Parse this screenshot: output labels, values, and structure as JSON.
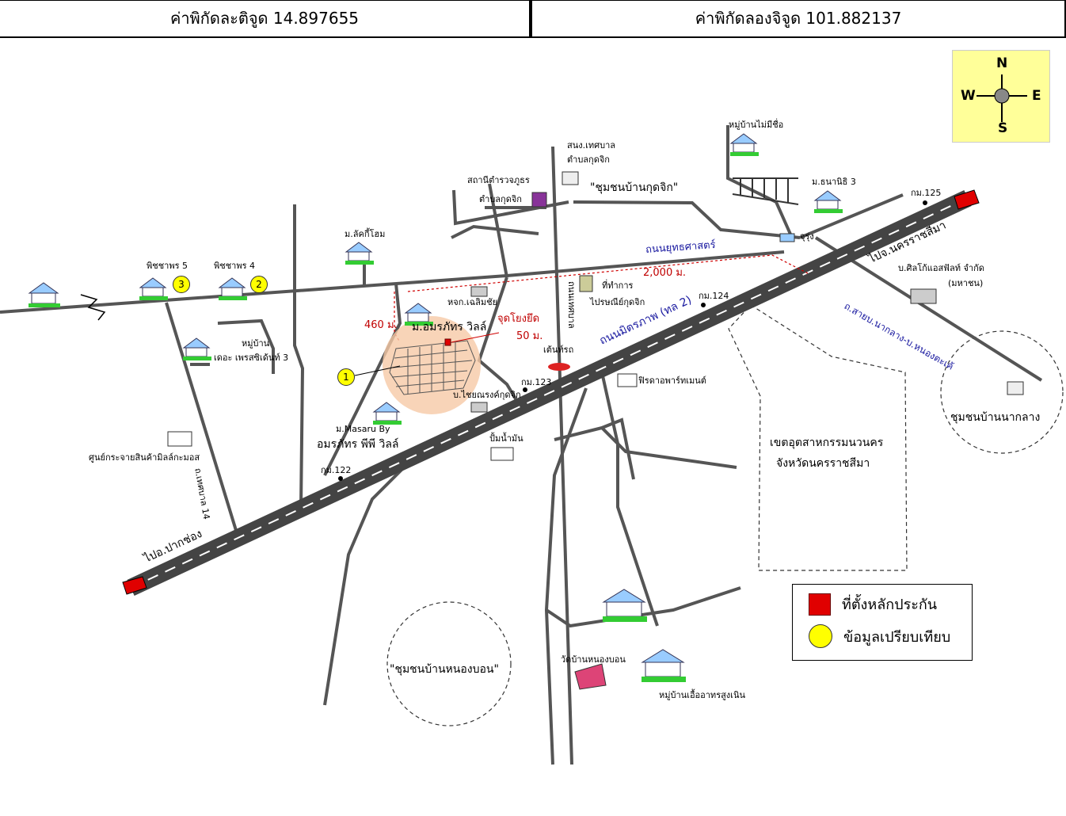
{
  "header": {
    "latitude_label": "ค่าพิกัดละติจูด 14.897655",
    "longitude_label": "ค่าพิกัดลองจิจูด 101.882137"
  },
  "compass": {
    "north": "N",
    "south": "S",
    "east": "E",
    "west": "W"
  },
  "legend": {
    "collateral": "ที่ตั้งหลักประกัน",
    "comparison": "ข้อมูลเปรียบเทียบ",
    "collateral_color": "#e00000",
    "comparison_color": "#ffff00"
  },
  "roads": {
    "mittraphap": "ถนนมิตรภาพ (ทล 2)",
    "yutthasat": "ถนนยุทธศาสตร์",
    "to_pakchong": "ไปอ.ปากช่อง",
    "to_korat": "ไปจ.นครราชสีมา",
    "nakalang_nongtako": "ถ.สายบ.นากลาง-บ.หนองตะเค้",
    "tesaban14": "ถ.เทศบาล 14",
    "tesaban_vertical": "ถนนเทศบาล"
  },
  "places": {
    "village_lucky": "ม.ลัคกี้โฮม",
    "pichaporn5": "พิชชาพร 5",
    "pichaporn4": "พิชชาพร 4",
    "the_president": "หมู่บ้าน",
    "the_president2": "เดอะ เพรสซิเด้นท์ 3",
    "police": "สถานีตำรวจภูธร",
    "police2": "ตำบลกุดจิก",
    "municipality": "สนง.เทศบาล",
    "municipality2": "ตำบลกุดจิก",
    "kudjik_community": "\"ชุมชนบ้านกุดจิก\"",
    "unnamed_village": "หมู่บ้านไม่มีชื่อ",
    "thananithi": "ม.ธนานิธิ 3",
    "juroong": "จุรุ่ง",
    "post_office": "ที่ทำการ",
    "post_office2": "ไปรษณีย์กุดจิก",
    "chaleomchai": "หจก.เฉลิมชัย",
    "amornphat": "ม.อมรภัทร วิลล์",
    "tie_point": "จุดโยงยึด",
    "masaru": "ม.Masaru By",
    "masaru2": "อมรภัทร พีพี วิลล์",
    "chainarong": "บ.ไชยณรงค์กุดจิก",
    "tent": "เต้นท์รถ",
    "gas": "ปั้มน้ำมัน",
    "fitt": "ฟิรดาอพาร์ทเมนต์",
    "simico": "บ.ศิลโก้แอสฟัลท์ จำกัด",
    "simico2": "(มหาชน)",
    "nakalang_community": "ชุมชนบ้านนากลาง",
    "industrial": "เขตอุตสาหกรรมนวนคร",
    "industrial2": "จังหวัดนครราชสีมา",
    "nongbon_community": "\"ชุมชนบ้านหนองบอน\"",
    "wat_nongbon": "วัดบ้านหนองบอน",
    "emergency_village": "หมู่บ้านเอื้ออาทรสูงเนิน",
    "wholesale": "ศูนย์กระจายสินค้ามิลล์กะมอส"
  },
  "km_markers": {
    "km122": "กม.122",
    "km123": "กม.123",
    "km124": "กม.124",
    "km125": "กม.125"
  },
  "distances": {
    "d2000": "2,000 ม.",
    "d460": "460 ม.",
    "d50": "50 ม."
  },
  "comparisons": {
    "c1": "1",
    "c2": "2",
    "c3": "3"
  }
}
